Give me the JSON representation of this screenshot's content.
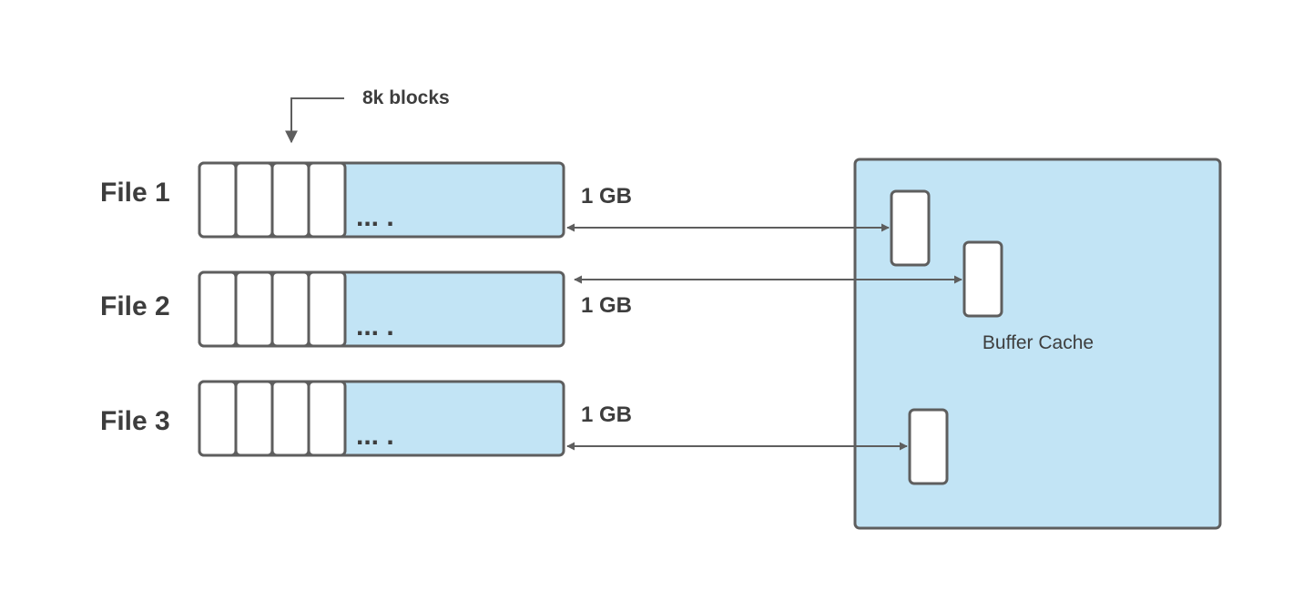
{
  "annotation": {
    "label": "8k blocks"
  },
  "files": [
    {
      "label": "File 1",
      "size": "1 GB",
      "ellipsis": "... ."
    },
    {
      "label": "File 2",
      "size": "1 GB",
      "ellipsis": "... ."
    },
    {
      "label": "File 3",
      "size": "1 GB",
      "ellipsis": "... ."
    }
  ],
  "buffer_cache": {
    "label": "Buffer Cache"
  },
  "colors": {
    "fill": "#c2e4f5",
    "stroke": "#5e5e5e",
    "text": "#3d3d3d"
  }
}
